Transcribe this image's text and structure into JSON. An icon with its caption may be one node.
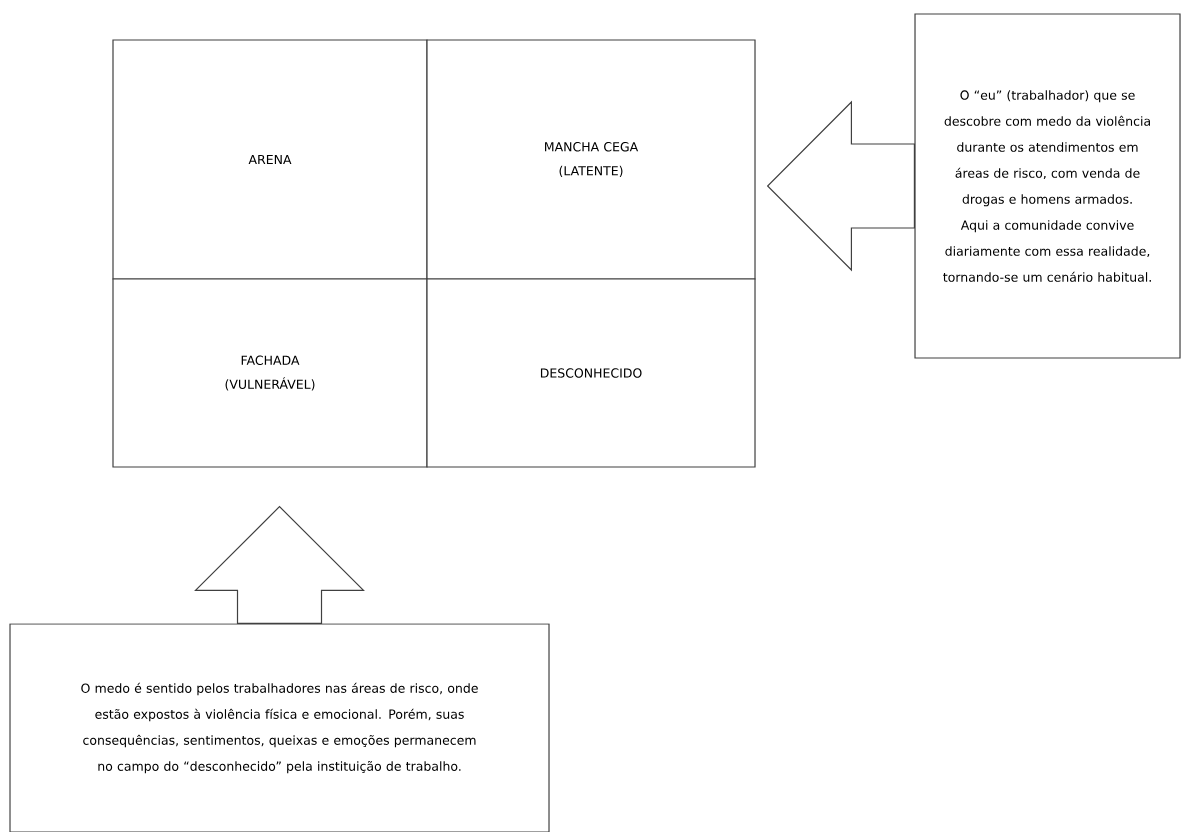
{
  "diagram": {
    "nodes": [
      {
        "text": [
          "ARENA"
        ]
      },
      {
        "text": [
          "MANCHA CEGA (LATENTE)"
        ]
      },
      {
        "text": [
          "FACHADA (VULNERÁVEL)"
        ]
      },
      {
        "text": [
          "DESCONHECIDO"
        ]
      },
      {
        "text": [
          "O “eu” (trabalhador) que se descobre com medo da violência durante os atendimentos em áreas de risco, com venda de drogas e homens armados. Aqui a comunidade convive diariamente com essa realidade, tornando-se um cenário habitual."
        ]
      },
      {
        "text": [
          "O medo é sentido pelos trabalhadores nas áreas de risco, onde estão expostos à violência física e emocional. Porém, suas consequências, sentimentos, queixas e emoções permanecem no campo do “desconhecido” pela instituição de trabalho."
        ]
      }
    ],
    "edges": [
      {
        "from": 4,
        "to": 1,
        "arrow": "to"
      },
      {
        "from": 5,
        "to": 2,
        "arrow": "to"
      }
    ]
  }
}
